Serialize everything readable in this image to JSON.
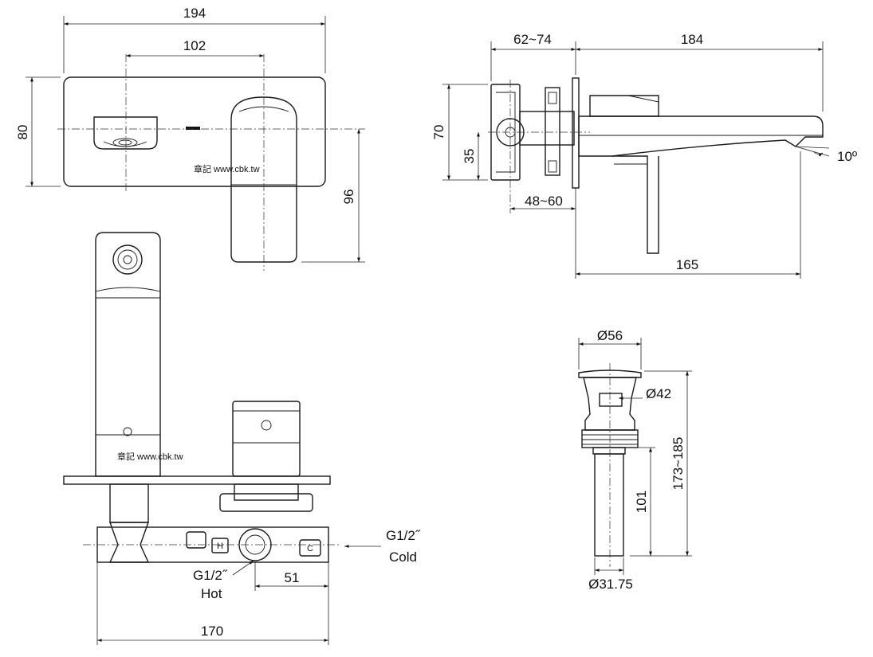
{
  "watermark": "章記 www.cbk.tw",
  "dims": {
    "w194": "194",
    "w102": "102",
    "h80": "80",
    "h96": "96",
    "d62_74": "62~74",
    "d184": "184",
    "d70": "70",
    "d35": "35",
    "d48_60": "48~60",
    "d165": "165",
    "ang10": "10º",
    "dia56": "Ø56",
    "dia42": "Ø42",
    "d173_185": "173~185",
    "d101": "101",
    "dia31_75": "Ø31.75",
    "d51": "51",
    "d170": "170"
  },
  "labels": {
    "hot_thread": "G1/2˝",
    "hot": "Hot",
    "cold_thread": "G1/2˝",
    "cold": "Cold",
    "h_mark": "H",
    "c_mark": "C"
  }
}
